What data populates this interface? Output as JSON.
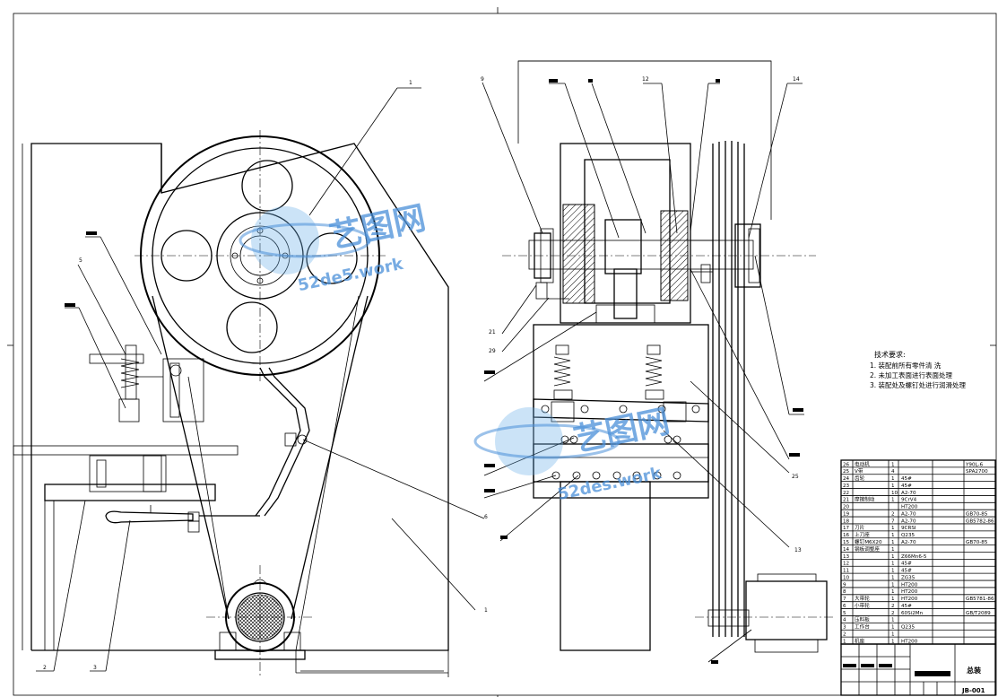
{
  "tech_notes": {
    "heading": "技术要求:",
    "items": [
      "1. 装配前所有零件清   洗",
      "2. 未加工表面进行表面处理",
      "3. 装配处及螺钉处进行润滑处理"
    ]
  },
  "balloons": {
    "b1": "1",
    "b1b": "1",
    "b2": "2",
    "b3": "3",
    "b5": "5",
    "b6": "6",
    "b9": "9",
    "b12": "12",
    "b13": "13",
    "b14": "14",
    "b21": "21",
    "b25": "25",
    "b29": "29"
  },
  "watermark": {
    "top_text": "艺图网",
    "bottom_text": "52des.work",
    "top_text2": "艺图网",
    "bottom_text2": "52de5.work"
  },
  "bom": {
    "rows": [
      {
        "no": "26",
        "name": "电动机",
        "qty": "1",
        "mat": "",
        "note": "Y90L-6"
      },
      {
        "no": "25",
        "name": "V带",
        "qty": "4",
        "mat": "",
        "note": "SPA2700"
      },
      {
        "no": "24",
        "name": "齿轮",
        "qty": "1",
        "mat": "45#",
        "note": ""
      },
      {
        "no": "23",
        "name": "",
        "qty": "1",
        "mat": "45#",
        "note": ""
      },
      {
        "no": "22",
        "name": "",
        "qty": "10",
        "mat": "A2-70",
        "note": ""
      },
      {
        "no": "21",
        "name": "摩擦制动",
        "qty": "1",
        "mat": "9CrV4",
        "note": ""
      },
      {
        "no": "20",
        "name": "",
        "qty": "",
        "mat": "HT200",
        "note": ""
      },
      {
        "no": "19",
        "name": "",
        "qty": "2",
        "mat": "A2-70",
        "note": "GB70-85"
      },
      {
        "no": "18",
        "name": "",
        "qty": "7",
        "mat": "A2-70",
        "note": "GB5782-86"
      },
      {
        "no": "17",
        "name": "刀片",
        "qty": "1",
        "mat": "9CRSI",
        "note": ""
      },
      {
        "no": "16",
        "name": "上刀座",
        "qty": "1",
        "mat": "Q235",
        "note": ""
      },
      {
        "no": "15",
        "name": "螺钉M6X20",
        "qty": "1",
        "mat": "A2-70",
        "note": "GB70-85"
      },
      {
        "no": "14",
        "name": "钢板调整座",
        "qty": "1",
        "mat": "",
        "note": ""
      },
      {
        "no": "13",
        "name": "",
        "qty": "1",
        "mat": "Z66Mn6-5",
        "note": ""
      },
      {
        "no": "12",
        "name": "",
        "qty": "1",
        "mat": "45#",
        "note": ""
      },
      {
        "no": "11",
        "name": "",
        "qty": "1",
        "mat": "45#",
        "note": ""
      },
      {
        "no": "10",
        "name": "",
        "qty": "1",
        "mat": "ZG35",
        "note": ""
      },
      {
        "no": "9",
        "name": "",
        "qty": "1",
        "mat": "HT200",
        "note": ""
      },
      {
        "no": "8",
        "name": "",
        "qty": "1",
        "mat": "HT200",
        "note": ""
      },
      {
        "no": "7",
        "name": "大带轮",
        "qty": "1",
        "mat": "HT200",
        "note": "GB5781-86"
      },
      {
        "no": "6",
        "name": "小带轮",
        "qty": "2",
        "mat": "45#",
        "note": ""
      },
      {
        "no": "5",
        "name": "",
        "qty": "2",
        "mat": "60Si2Mn",
        "note": "GB/T2089"
      },
      {
        "no": "4",
        "name": "压料板",
        "qty": "1",
        "mat": "",
        "note": ""
      },
      {
        "no": "3",
        "name": "工作台",
        "qty": "1",
        "mat": "Q235",
        "note": ""
      },
      {
        "no": "2",
        "name": "",
        "qty": "1",
        "mat": "",
        "note": ""
      },
      {
        "no": "1",
        "name": "机座",
        "qty": "1",
        "mat": "HT200",
        "note": ""
      }
    ]
  },
  "title_block": {
    "title": "总装",
    "drawing_no": "JB-001"
  }
}
